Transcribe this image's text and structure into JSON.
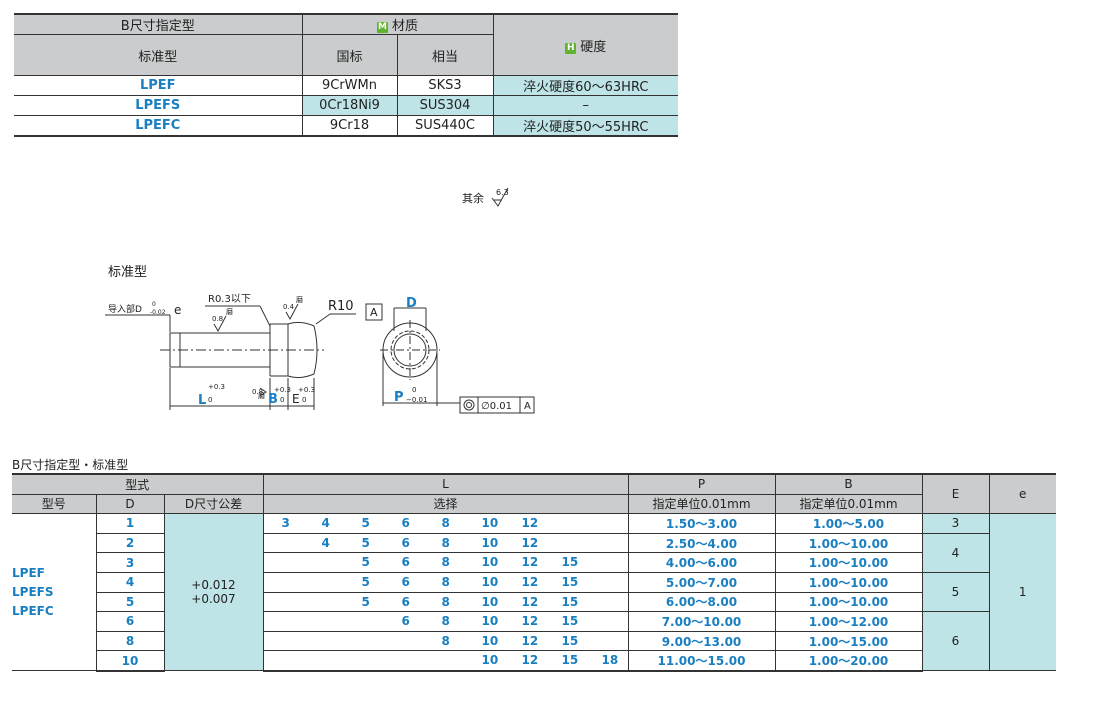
{
  "material_table": {
    "header_b_type": "B尺寸指定型",
    "header_material": "材质",
    "header_material_badge": "M",
    "header_hardness": "硬度",
    "header_hardness_badge": "H",
    "header_standard": "标准型",
    "header_gb": "国标",
    "header_equivalent": "相当",
    "rows": [
      {
        "type": "LPEF",
        "gb": "9CrWMn",
        "equiv": "SKS3",
        "hardness": "淬火硬度60～63HRC"
      },
      {
        "type": "LPEFS",
        "gb": "0Cr18Ni9",
        "equiv": "SUS304",
        "hardness": "–"
      },
      {
        "type": "LPEFC",
        "gb": "9Cr18",
        "equiv": "SUS440C",
        "hardness": "淬火硬度50～55HRC"
      }
    ]
  },
  "roughness": {
    "label": "其余",
    "value": "6.3"
  },
  "drawing": {
    "title": "标准型",
    "guide_label": "导入部D",
    "guide_tol_upper": "0",
    "guide_tol_lower": "-0.02",
    "e_label": "e",
    "r03_label": "R0.3以下",
    "grind": "磨",
    "ra08": "0.8",
    "ra04": "0.4",
    "r10_label": "R10",
    "datum_a": "A",
    "d_label": "D",
    "l_label": "L",
    "l_tol_upper": "+0.3",
    "l_tol_lower": "0",
    "b_label": "B",
    "b_tol_upper": "+0.3",
    "b_tol_lower": "0",
    "e2_label": "E",
    "e2_tol_upper": "+0.3",
    "e2_tol_lower": "0",
    "p_label": "P",
    "p_tol_upper": "0",
    "p_tol_lower": "−0.01",
    "conc_value": "∅0.01",
    "conc_datum": "A"
  },
  "spec_table": {
    "title": "B尺寸指定型・标准型",
    "header_form": "型式",
    "header_model": "型号",
    "header_d": "D",
    "header_dtol": "D尺寸公差",
    "header_l": "L",
    "header_l_sub": "选择",
    "header_p": "P",
    "header_p_sub": "指定单位0.01mm",
    "header_b": "B",
    "header_b_sub": "指定单位0.01mm",
    "header_e": "E",
    "header_e_small": "e",
    "models": [
      "LPEF",
      "LPEFS",
      "LPEFC"
    ],
    "dtol_upper": "+0.012",
    "dtol_lower": "+0.007",
    "e_small_value": "1",
    "l_columns": [
      "3",
      "4",
      "5",
      "6",
      "8",
      "10",
      "12",
      "15",
      "18"
    ],
    "rows": [
      {
        "d": "1",
        "l": [
          "3",
          "4",
          "5",
          "6",
          "8",
          "10",
          "12",
          "",
          ""
        ],
        "p": "1.50～3.00",
        "b": "1.00～5.00"
      },
      {
        "d": "2",
        "l": [
          "",
          "4",
          "5",
          "6",
          "8",
          "10",
          "12",
          "",
          ""
        ],
        "p": "2.50～4.00",
        "b": "1.00～10.00"
      },
      {
        "d": "3",
        "l": [
          "",
          "",
          "5",
          "6",
          "8",
          "10",
          "12",
          "15",
          ""
        ],
        "p": "4.00～6.00",
        "b": "1.00～10.00"
      },
      {
        "d": "4",
        "l": [
          "",
          "",
          "5",
          "6",
          "8",
          "10",
          "12",
          "15",
          ""
        ],
        "p": "5.00～7.00",
        "b": "1.00～10.00"
      },
      {
        "d": "5",
        "l": [
          "",
          "",
          "5",
          "6",
          "8",
          "10",
          "12",
          "15",
          ""
        ],
        "p": "6.00～8.00",
        "b": "1.00～10.00"
      },
      {
        "d": "6",
        "l": [
          "",
          "",
          "",
          "6",
          "8",
          "10",
          "12",
          "15",
          ""
        ],
        "p": "7.00～10.00",
        "b": "1.00～12.00"
      },
      {
        "d": "8",
        "l": [
          "",
          "",
          "",
          "",
          "8",
          "10",
          "12",
          "15",
          ""
        ],
        "p": "9.00～13.00",
        "b": "1.00～15.00"
      },
      {
        "d": "10",
        "l": [
          "",
          "",
          "",
          "",
          "",
          "10",
          "12",
          "15",
          "18"
        ],
        "p": "11.00～15.00",
        "b": "1.00～20.00"
      }
    ],
    "e_values": [
      "3",
      "4",
      "5",
      "6"
    ]
  }
}
